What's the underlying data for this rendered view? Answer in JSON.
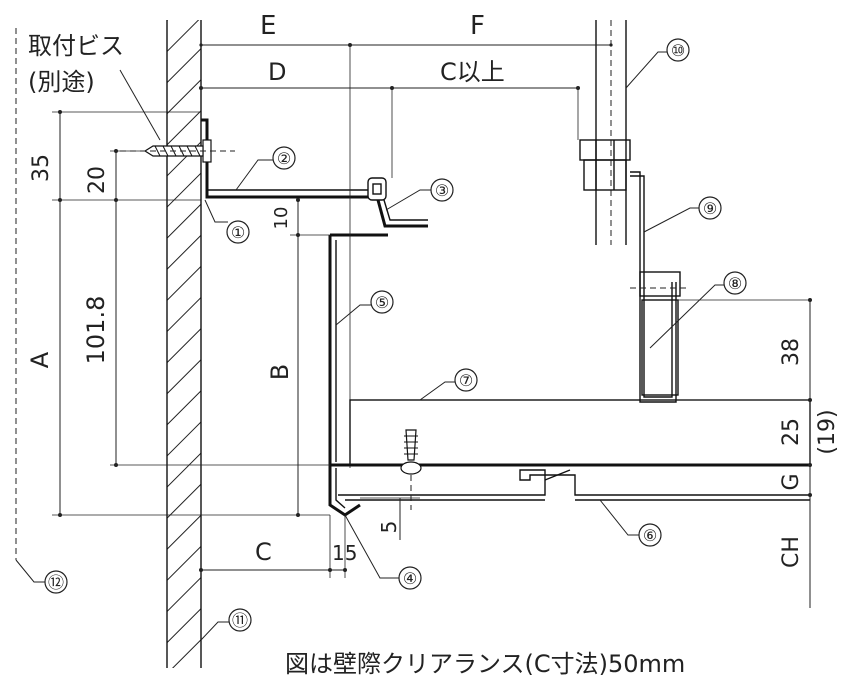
{
  "labels": {
    "screw_line1": "取付ビス",
    "screw_line2": "(別途)",
    "dim_E": "E",
    "dim_F": "F",
    "dim_D": "D",
    "dim_C_over": "C以上",
    "dim_35": "35",
    "dim_20": "20",
    "dim_10": "10",
    "dim_A": "A",
    "dim_1018": "101.8",
    "dim_B": "B",
    "dim_C": "C",
    "dim_15": "15",
    "dim_5": "5",
    "dim_38": "38",
    "dim_25": "25",
    "dim_19": "(19)",
    "dim_G": "G",
    "dim_CH": "CH",
    "caption": "図は壁際クリアランス(C寸法)50mm"
  },
  "callouts": [
    "①",
    "②",
    "③",
    "④",
    "⑤",
    "⑥",
    "⑦",
    "⑧",
    "⑨",
    "⑩",
    "⑪",
    "⑫"
  ]
}
